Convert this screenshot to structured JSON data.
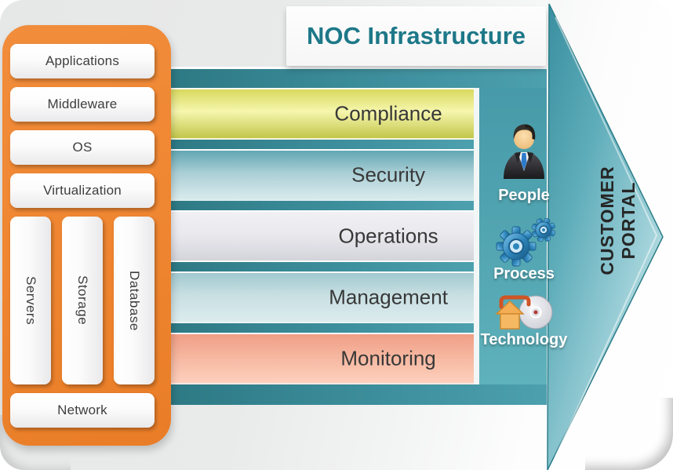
{
  "title": "NOC Infrastructure",
  "stack_panel": {
    "top_items": [
      "Applications",
      "Middleware",
      "OS",
      "Virtualization"
    ],
    "vertical_items": [
      "Servers",
      "Storage",
      "Database"
    ],
    "bottom_item": "Network",
    "panel_color": "#EF8530",
    "box_text_color": "#3E3E3E"
  },
  "bands": [
    {
      "label": "Compliance",
      "color_top": "#d8d95e",
      "color_mid": "#f6f6ae",
      "color_bottom": "#c2c64a"
    },
    {
      "label": "Security",
      "color_top": "#62a7b3",
      "color_mid": "#a9ced5",
      "color_bottom": "#d9ebec"
    },
    {
      "label": "Operations",
      "color_top": "#f1f1f4",
      "color_mid": "#e9e9ee",
      "color_bottom": "#d4d4db"
    },
    {
      "label": "Management",
      "color_top": "#a0c9cf",
      "color_mid": "#c8dfe2",
      "color_bottom": "#dcecee"
    },
    {
      "label": "Monitoring",
      "color_top": "#f09e86",
      "color_mid": "#f6b69f",
      "color_bottom": "#fdd0bd"
    }
  ],
  "pillars": [
    {
      "label": "People",
      "icon": "person-icon"
    },
    {
      "label": "Process",
      "icon": "gears-icon"
    },
    {
      "label": "Technology",
      "icon": "technology-icon"
    }
  ],
  "arrow": {
    "portal_lines": [
      "CUSTOMER",
      "PORTAL"
    ],
    "dark_teal": "#2d7984",
    "light_teal": "#d6eef0"
  },
  "colors": {
    "title_text": "#1d7888",
    "band_label_text": "#383838",
    "portal_text": "#262626"
  }
}
